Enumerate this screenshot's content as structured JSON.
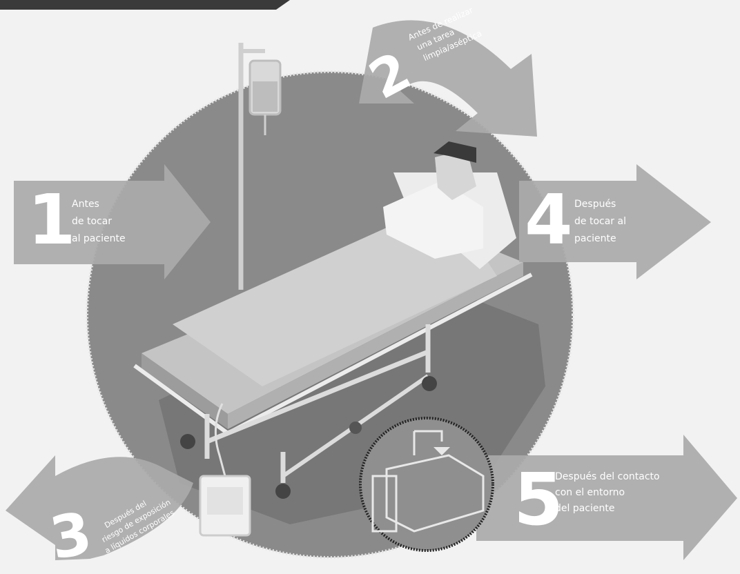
{
  "diagram": {
    "colors": {
      "background": "#f2f2f2",
      "circle": "#8a8a8a",
      "arrow": "#aaaaaa",
      "text": "#ffffff"
    },
    "moments": [
      {
        "number": "1",
        "lines": [
          "Antes",
          "de tocar",
          "al paciente"
        ]
      },
      {
        "number": "2",
        "lines": [
          "Antes de realizar",
          "una tarea",
          "limpia/aséptica"
        ]
      },
      {
        "number": "3",
        "lines": [
          "Después del",
          "riesgo de exposición",
          "a líquidos corporales"
        ]
      },
      {
        "number": "4",
        "lines": [
          "Después",
          "de tocar al",
          "paciente"
        ]
      },
      {
        "number": "5",
        "lines": [
          "Después del contacto",
          "con el entorno",
          "del paciente"
        ]
      }
    ]
  }
}
